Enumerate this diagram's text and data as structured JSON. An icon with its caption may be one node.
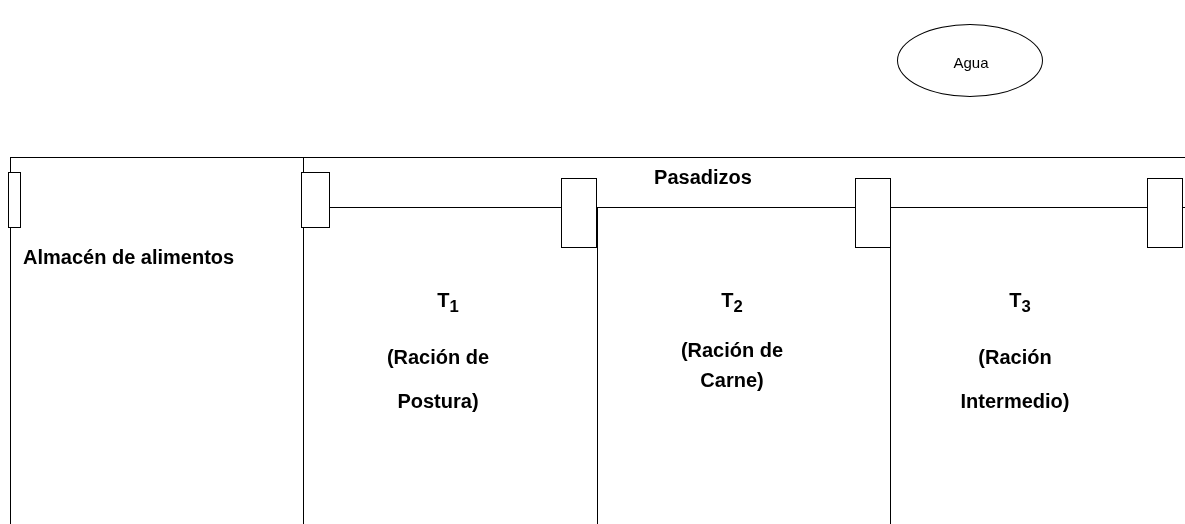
{
  "diagram": {
    "nodes": [
      {
        "text": [
          "Agua"
        ]
      },
      {
        "text": [
          "Almacén de alimentos"
        ]
      },
      {
        "text": [
          "Pasadizos"
        ]
      },
      {
        "text": [
          "T$_{1}$",
          "(Ración de Postura)"
        ]
      },
      {
        "text": [
          "T$_{2}$",
          "(Ración de Carne)"
        ]
      },
      {
        "text": [
          "T$_{3}$",
          "(Ración Intermedio)"
        ]
      }
    ]
  }
}
